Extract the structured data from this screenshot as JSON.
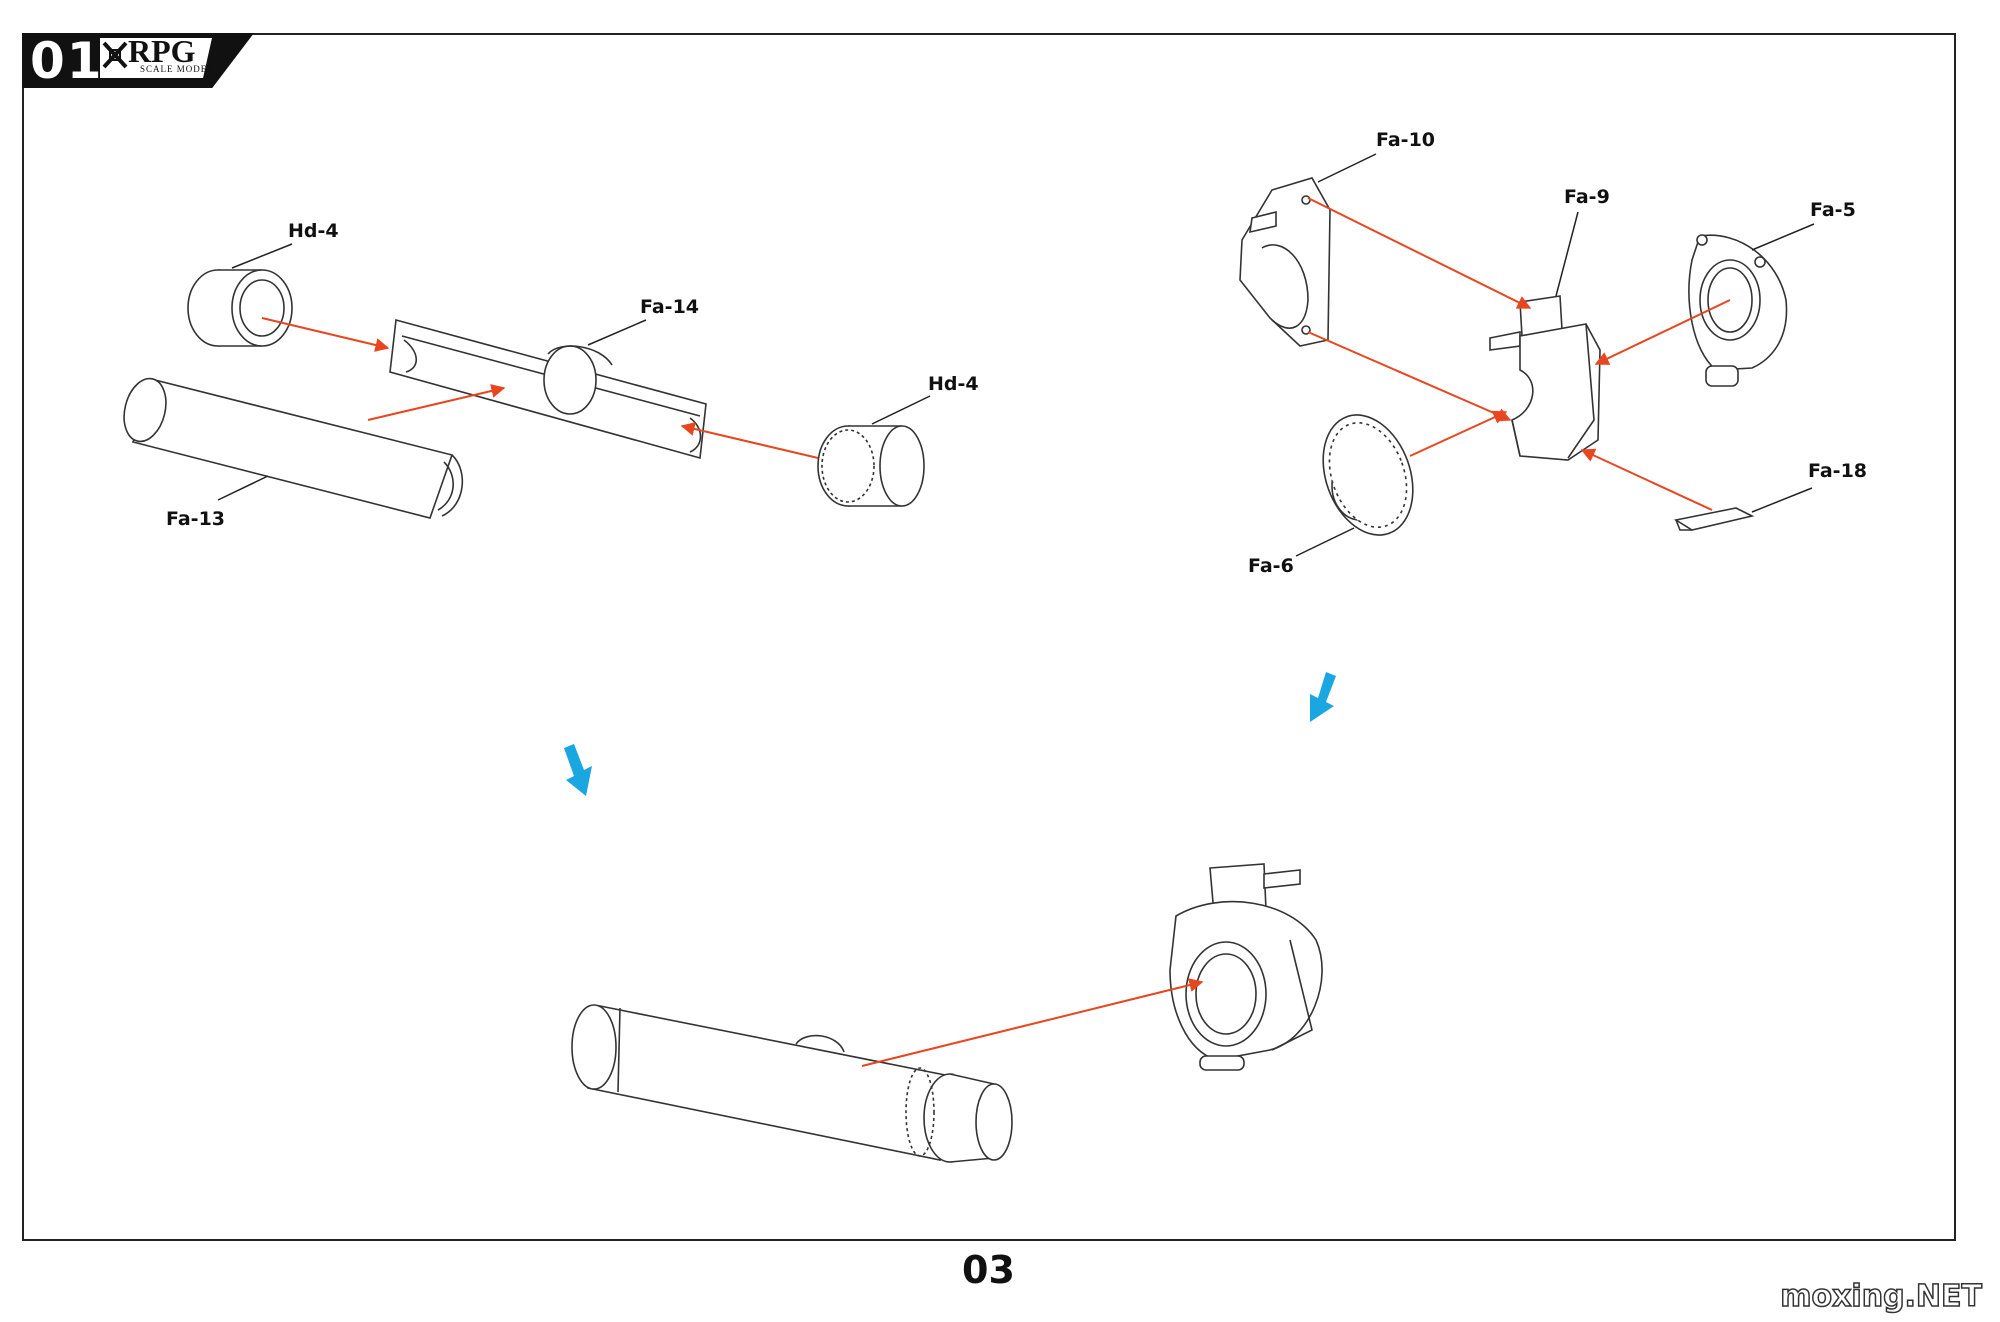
{
  "header": {
    "step_number": "01",
    "brand": "RPG",
    "brand_sub": "SCALE MODEL"
  },
  "parts": {
    "hd4_left": "Hd-4",
    "fa14": "Fa-14",
    "hd4_right": "Hd-4",
    "fa13": "Fa-13",
    "fa10": "Fa-10",
    "fa9": "Fa-9",
    "fa5": "Fa-5",
    "fa18": "Fa-18",
    "fa6": "Fa-6"
  },
  "footer": {
    "page_number": "03",
    "watermark": "moxing.NET"
  },
  "colors": {
    "assembly_arrow": "#e8461f",
    "step_arrow": "#1aa6e0",
    "line_art": "#333333"
  }
}
